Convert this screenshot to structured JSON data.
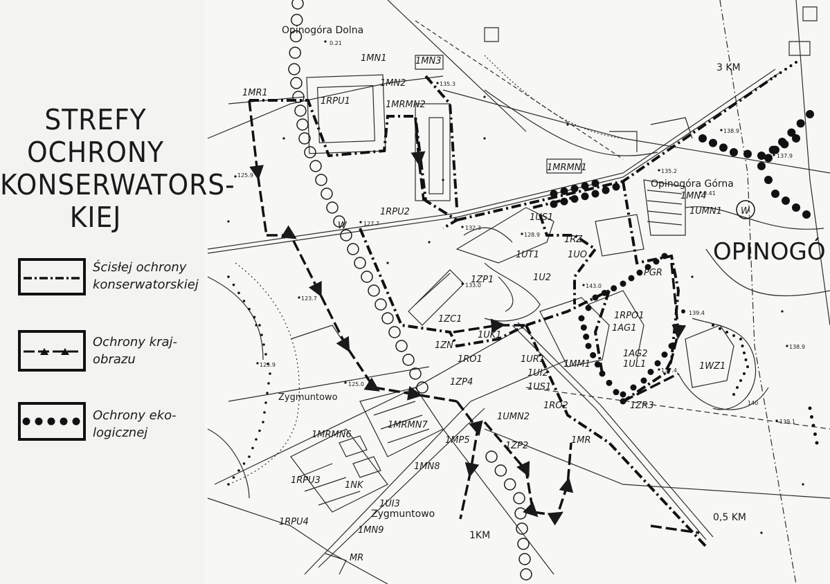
{
  "legend": {
    "title_lines": [
      "STREFY",
      "OCHRONY",
      "KONSERWATORS-",
      "KIEJ"
    ],
    "items": [
      {
        "line1": "Ścisłej ochrony",
        "line2": "konserwatorskiej",
        "symbol": "dash-dot"
      },
      {
        "line1": "Ochrony kraj-",
        "line2": "obrazu",
        "symbol": "dash-triangle"
      },
      {
        "line1": "Ochrony eko-",
        "line2": "logicznej",
        "symbol": "dots"
      }
    ]
  },
  "map": {
    "place_names": {
      "opinogora_dolna": "Opinogóra Dolna",
      "opinogora_gorna": "Opinogóra Górna",
      "opinogora_big": "OPINOGÓ",
      "zygmuntowo_1": "Zygmuntowo",
      "zygmuntowo_2": "Zygmuntowo"
    },
    "distances": {
      "km3": "3 KM",
      "km1": "1KM",
      "km05": "0,5 KM"
    },
    "zones": {
      "z1MR1": "1MR1",
      "z1MN1": "1MN1",
      "z1MN3": "1MN3",
      "z1MN2": "1MN2",
      "z1RPU1": "1RPU1",
      "z1MRMN2": "1MRMN2",
      "z1RPU2": "1RPU2",
      "z1MRMN1": "1MRMN1",
      "z1MN4": "1MN4",
      "z1UMN1": "1UMN1",
      "z1US1t": "1US1",
      "z1RZ": "1RZ",
      "z1UT1": "1UT1",
      "z1UO": "1UO",
      "z1ZP1": "1ZP1",
      "z1U2": "1U2",
      "z1RPO1": "1RPO1",
      "z1AG1": "1AG1",
      "z1AG2": "1AG2",
      "z1UL1": "1UL1",
      "z1WZ1": "1WZ1",
      "z1ZC1": "1ZC1",
      "z1UK1": "1UK1",
      "z1ZN": "1ZN",
      "z1RO1": "1RO1",
      "z1UR1": "1UR1",
      "z1MM1": "1MM1",
      "z1UI2": "1UI2",
      "z1ZP4": "1ZP4",
      "z1US1": "1US1",
      "z1RO2": "1RO2",
      "z1ZR3": "1ZR3",
      "z1UMN2": "1UMN2",
      "z1MRMN6": "1MRMN6",
      "z1MRMN7": "1MRMN7",
      "z1MP5": "1MP5",
      "z1ZP2": "1ZP2",
      "z1MR": "1MR",
      "z1MN8": "1MN8",
      "z1RPU3": "1RPU3",
      "z1NK": "1NK",
      "z1UI3": "1UI3",
      "z1RPU4": "1RPU4",
      "z1MN9": "1MN9",
      "zMR": "MR",
      "zPGR": "PGR",
      "zW1": "W",
      "zW2": "W"
    },
    "elevations": {
      "e1": "0.21",
      "e2": "125.9",
      "e3": "127.7",
      "e4": "128.9",
      "e5": "132.3",
      "e6": "133.0",
      "e7": "123.7",
      "e8": "125.9",
      "e9": "125.0",
      "e10": "135.3",
      "e11": "138.9",
      "e12": "137.9",
      "e13": "135.2",
      "e14": "0.41",
      "e15": "139.4",
      "e16": "138.9",
      "e17": "137.4",
      "e18": "139.1",
      "e19": "143.0",
      "e20": "140"
    }
  }
}
